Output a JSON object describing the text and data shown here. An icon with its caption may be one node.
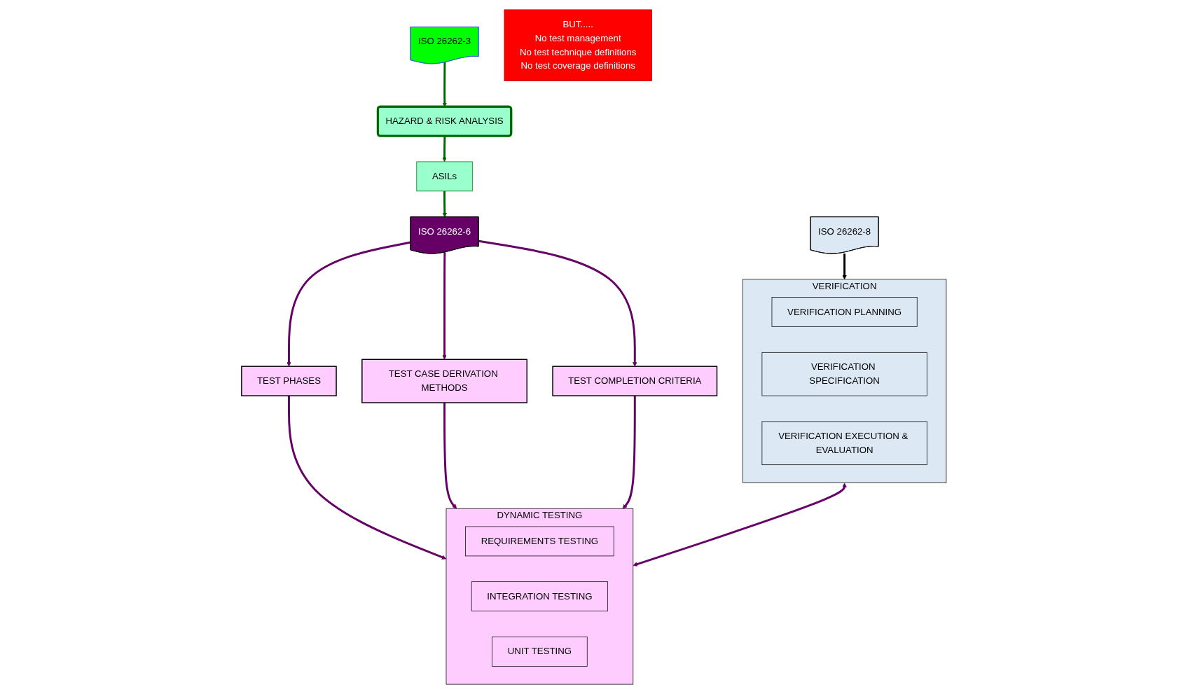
{
  "diagram": {
    "nodes": [
      {
        "text": [
          "ISO 26262-3"
        ]
      },
      {
        "text": [
          "HAZARD & RISK ANALYSIS"
        ]
      },
      {
        "text": [
          "ASILs"
        ]
      },
      {
        "text": [
          "ISO 26262-6"
        ]
      },
      {
        "text": [
          "TEST PHASES"
        ]
      },
      {
        "text": [
          "TEST CASE DERIVATION METHODS"
        ]
      },
      {
        "text": [
          "TEST COMPLETION CRITERIA"
        ]
      },
      {
        "text": [
          "ISO 26262-8"
        ]
      },
      {
        "text": [
          "DYNAMIC TESTING"
        ]
      },
      {
        "text": [
          "REQUIREMENTS TESTING"
        ],
        "in": 8
      },
      {
        "text": [
          "INTEGRATION TESTING"
        ],
        "in": 8
      },
      {
        "text": [
          "UNIT TESTING"
        ],
        "in": 8
      },
      {
        "text": [
          "VERIFICATION"
        ]
      },
      {
        "text": [
          "VERIFICATION PLANNING"
        ],
        "in": 12
      },
      {
        "text": [
          "VERIFICATION SPECIFICATION"
        ],
        "in": 12
      },
      {
        "text": [
          "VERIFICATION EXECUTION & EVALUATION"
        ],
        "in": 12
      },
      {
        "text": [
          "BUT.....",
          "No test management",
          "No test technique definitions",
          "No test coverage definitions"
        ]
      }
    ],
    "edges": [
      {
        "from": 0,
        "to": 1,
        "arrow": "to",
        "color": "#006600"
      },
      {
        "from": 1,
        "to": 2,
        "arrow": "to",
        "color": "#006600"
      },
      {
        "from": 2,
        "to": 3,
        "arrow": "to",
        "color": "#006600"
      },
      {
        "from": 3,
        "to": 4,
        "arrow": "to"
      },
      {
        "from": 3,
        "to": 5,
        "arrow": "to"
      },
      {
        "from": 3,
        "to": 6,
        "arrow": "to"
      },
      {
        "from": 4,
        "to": 8,
        "arrow": "to"
      },
      {
        "from": 5,
        "to": 8,
        "arrow": "to"
      },
      {
        "from": 6,
        "to": 8,
        "arrow": "to"
      },
      {
        "from": 7,
        "to": 12,
        "arrow": "to",
        "color": "#000000"
      },
      {
        "from": 12,
        "to": 8,
        "arrow": "both"
      }
    ]
  }
}
